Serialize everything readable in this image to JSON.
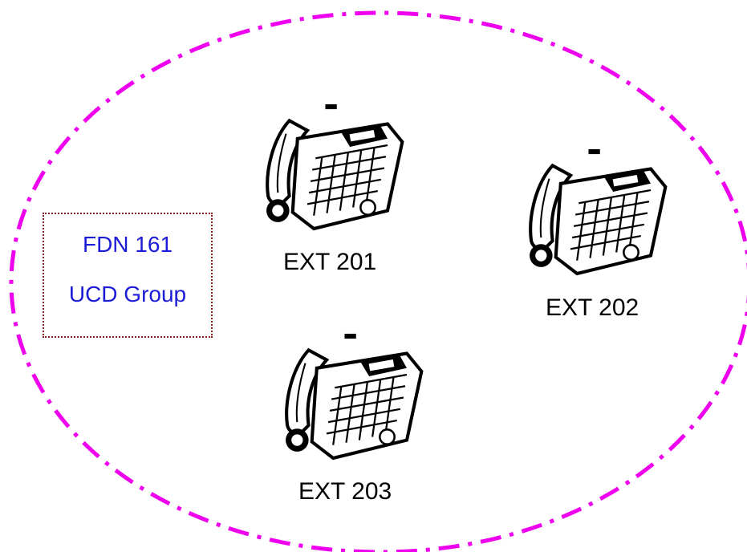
{
  "group": {
    "line1": "FDN 161",
    "line2": "UCD Group"
  },
  "extensions": [
    {
      "label": "EXT 201"
    },
    {
      "label": "EXT 202"
    },
    {
      "label": "EXT 203"
    }
  ],
  "colors": {
    "boundary": "#ee00ee",
    "group_border": "#8b1a1a",
    "group_text": "#1c1cd6",
    "ext_text": "#000000"
  },
  "icons": [
    "telephone-icon"
  ]
}
